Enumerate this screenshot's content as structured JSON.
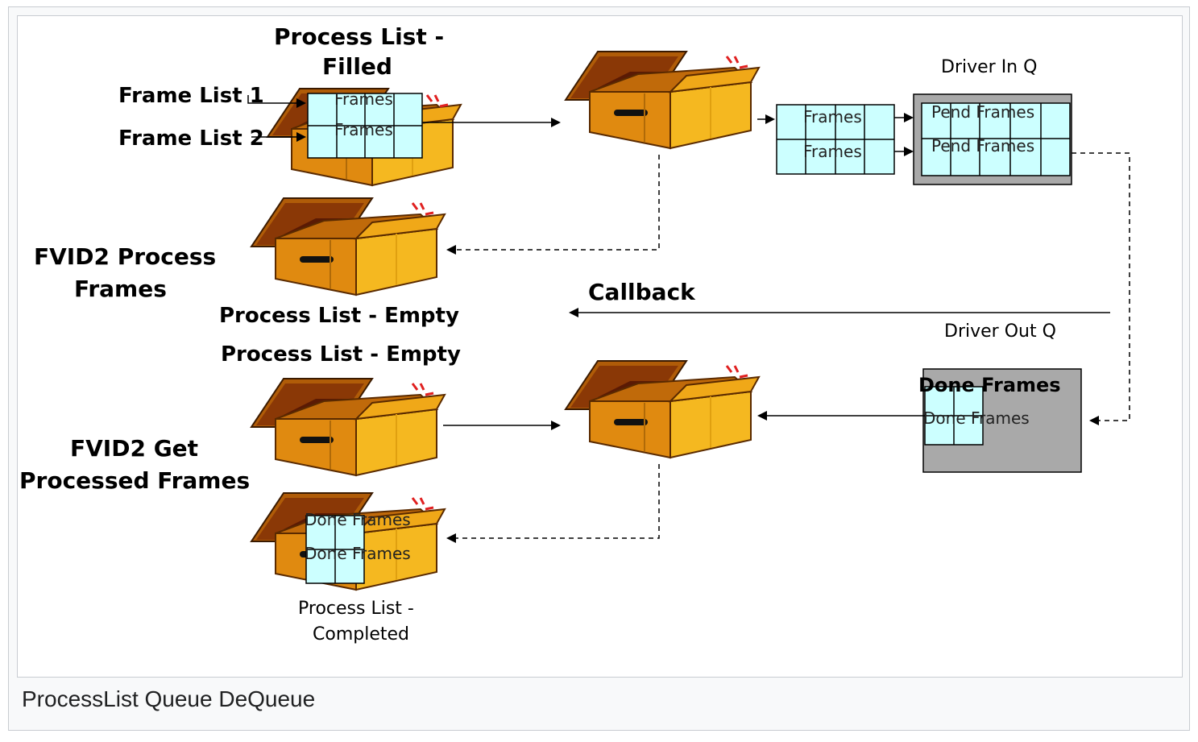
{
  "caption": "ProcessList Queue DeQueue",
  "labels": {
    "process_list_filled_1": "Process List -",
    "process_list_filled_2": "Filled",
    "frame_list_1": "Frame List 1",
    "frame_list_2": "Frame List 2",
    "fvid2_process_1": "FVID2 Process",
    "fvid2_process_2": "Frames",
    "process_list_empty_top": "Process List - Empty",
    "callback": "Callback",
    "driver_in_q": "Driver In Q",
    "driver_out_q": "Driver Out Q",
    "process_list_empty_bottom": "Process List - Empty",
    "fvid2_get_1": "FVID2 Get",
    "fvid2_get_2": "Processed Frames",
    "process_list_completed_1": "Process List -",
    "process_list_completed_2": "Completed"
  },
  "cells": {
    "frames": "Frames",
    "pend_frames": "Pend Frames",
    "done_frames": "Done Frames"
  },
  "colors": {
    "box_front": "#e8920e",
    "box_side": "#f5b820",
    "box_lid": "#b05c08",
    "box_inner": "#7a2a06",
    "cell_fill": "#ccffff",
    "queue_gray": "#a9a9a9"
  },
  "icons": [
    "open-box-icon",
    "sparkle-icon"
  ]
}
